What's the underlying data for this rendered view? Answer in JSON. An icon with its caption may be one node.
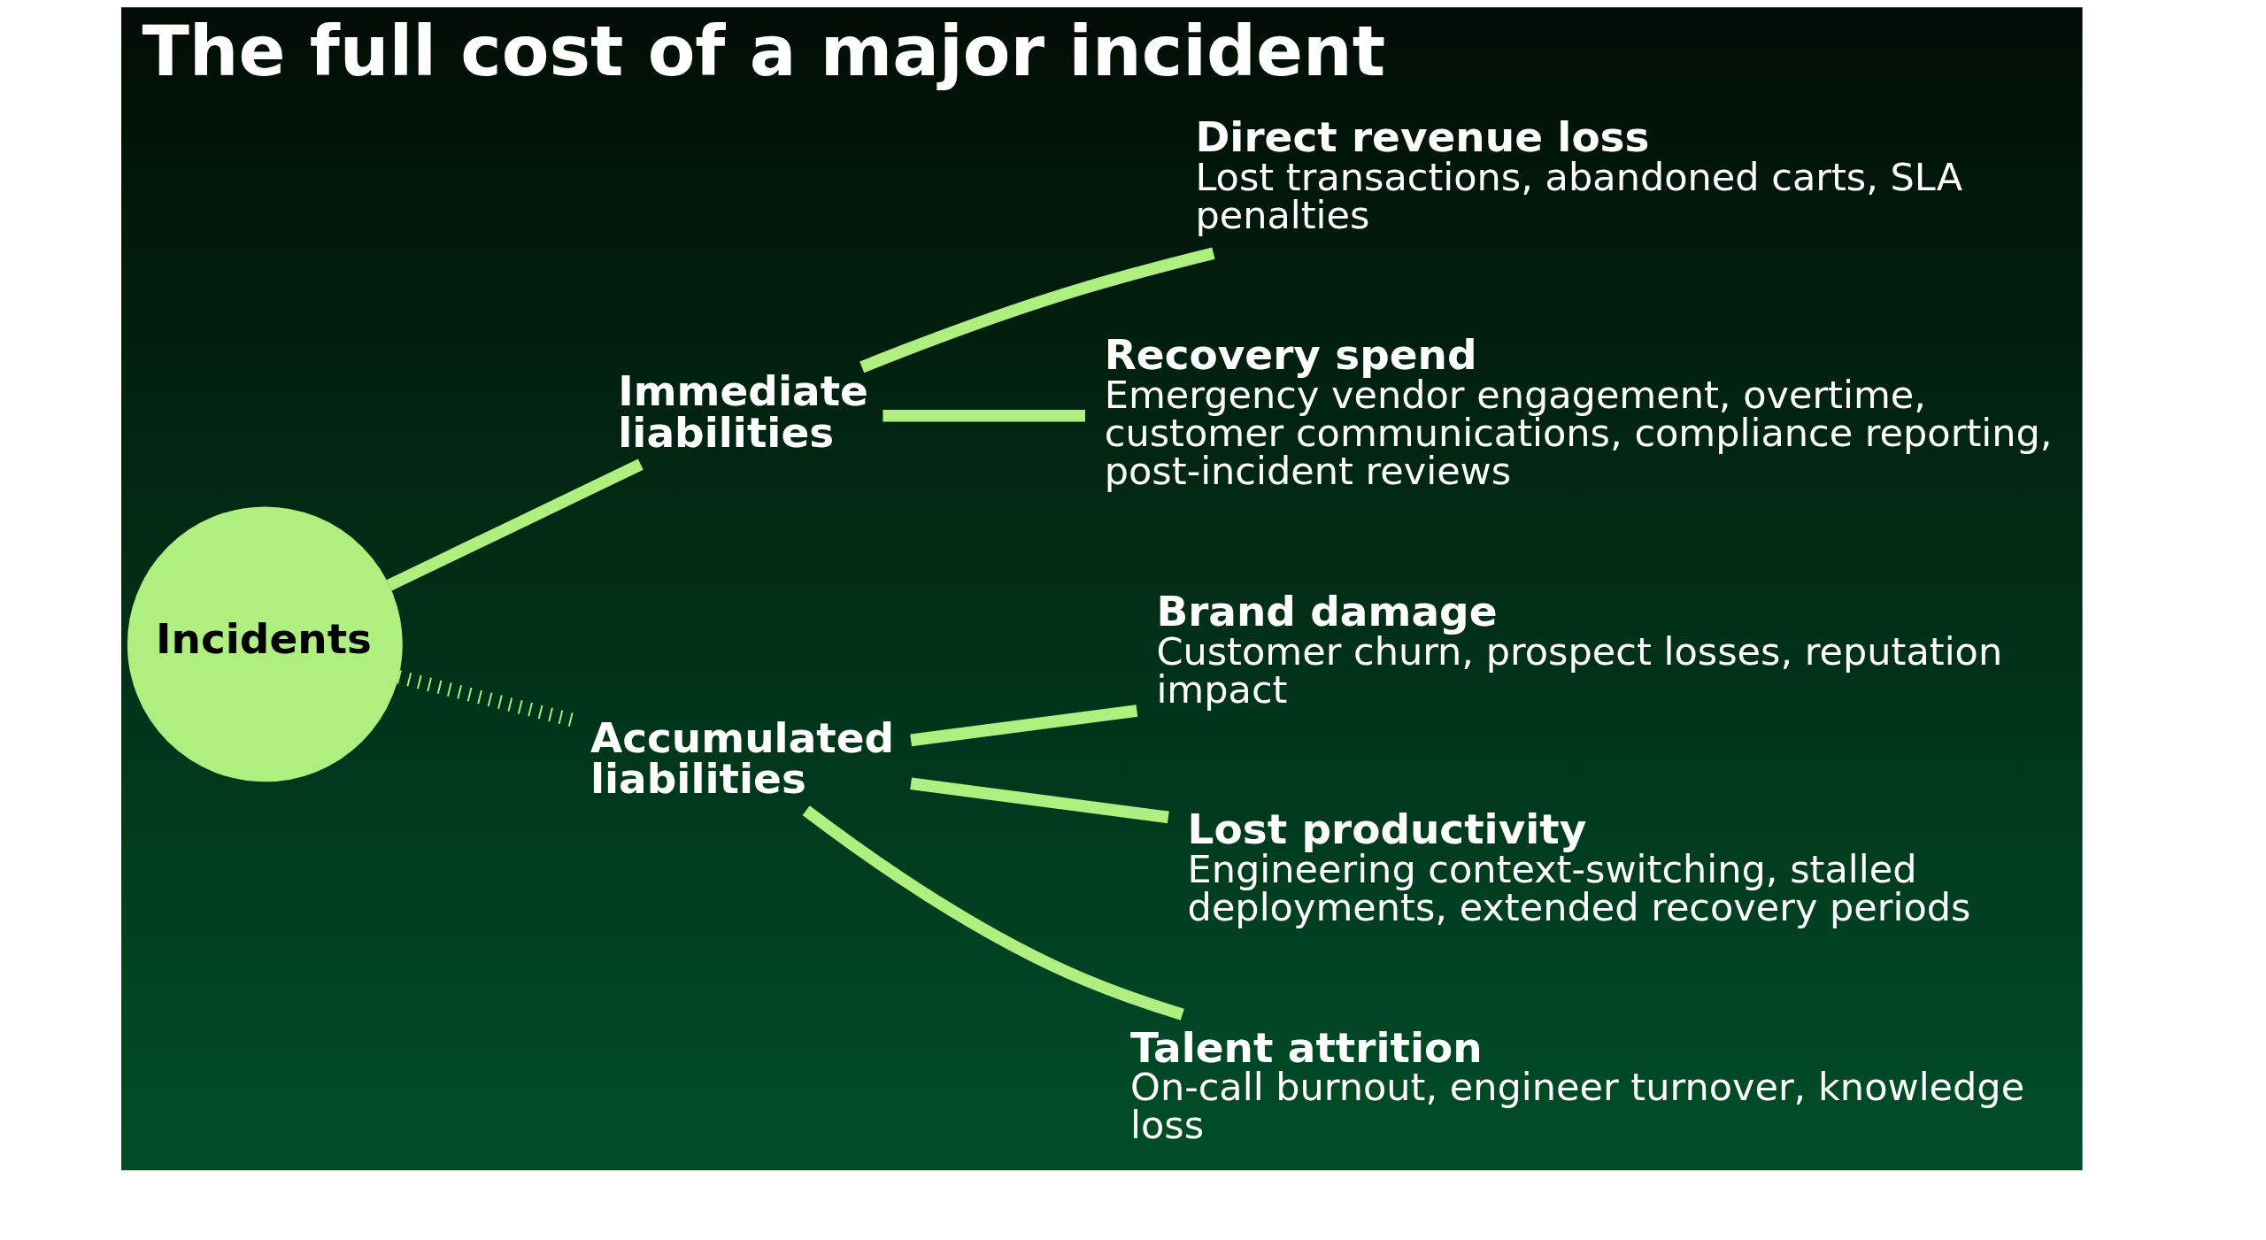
{
  "diagram": {
    "title": "The full cost of a major incident",
    "nodes": [
      {
        "text": [
          "Incidents"
        ]
      },
      {
        "text": [
          "Immediate liabilities"
        ]
      },
      {
        "text": [
          "Accumulated liabilities"
        ]
      },
      {
        "text": [
          "Direct revenue loss",
          "Lost transactions, abandoned carts, SLA penalties"
        ]
      },
      {
        "text": [
          "Recovery spend",
          "Emergency vendor engagement, overtime, customer communications, compliance reporting, post-incident reviews"
        ]
      },
      {
        "text": [
          "Brand damage",
          "Customer churn, prospect losses, reputation impact"
        ]
      },
      {
        "text": [
          "Lost productivity",
          "Engineering context-switching, stalled deployments, extended recovery periods"
        ]
      },
      {
        "text": [
          "Talent attrition",
          "On-call burnout, engineer turnover, knowledge loss"
        ]
      }
    ],
    "edges": [
      {
        "from": 0,
        "to": 1,
        "arrow": "none"
      },
      {
        "from": 0,
        "to": 2,
        "arrow": "none",
        "style": "dashed"
      },
      {
        "from": 1,
        "to": 3,
        "arrow": "none"
      },
      {
        "from": 1,
        "to": 4,
        "arrow": "none"
      },
      {
        "from": 2,
        "to": 5,
        "arrow": "none"
      },
      {
        "from": 2,
        "to": 6,
        "arrow": "none"
      },
      {
        "from": 2,
        "to": 7,
        "arrow": "none"
      }
    ]
  }
}
